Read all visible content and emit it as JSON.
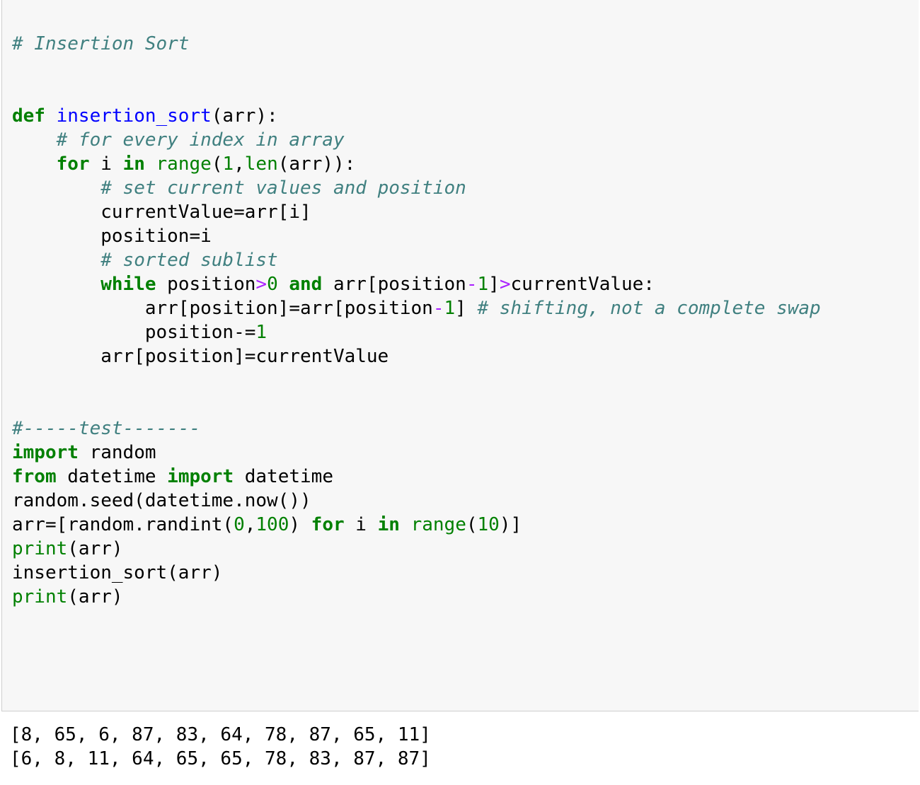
{
  "code_lines": [
    [
      [
        "cm",
        "# Insertion Sort"
      ]
    ],
    [],
    [],
    [
      [
        "kw",
        "def"
      ],
      [
        "tx",
        " "
      ],
      [
        "fn",
        "insertion_sort"
      ],
      [
        "tx",
        "(arr):"
      ]
    ],
    [
      [
        "tx",
        "    "
      ],
      [
        "cm",
        "# for every index in array"
      ]
    ],
    [
      [
        "tx",
        "    "
      ],
      [
        "kw",
        "for"
      ],
      [
        "tx",
        " i "
      ],
      [
        "kw",
        "in"
      ],
      [
        "tx",
        " "
      ],
      [
        "bi",
        "range"
      ],
      [
        "tx",
        "("
      ],
      [
        "num",
        "1"
      ],
      [
        "tx",
        ","
      ],
      [
        "bi",
        "len"
      ],
      [
        "tx",
        "(arr)):"
      ]
    ],
    [
      [
        "tx",
        "        "
      ],
      [
        "cm",
        "# set current values and position"
      ]
    ],
    [
      [
        "tx",
        "        currentValue=arr[i]"
      ]
    ],
    [
      [
        "tx",
        "        position=i"
      ]
    ],
    [
      [
        "tx",
        "        "
      ],
      [
        "cm",
        "# sorted sublist"
      ]
    ],
    [
      [
        "tx",
        "        "
      ],
      [
        "kw",
        "while"
      ],
      [
        "tx",
        " position"
      ],
      [
        "op",
        ">"
      ],
      [
        "num",
        "0"
      ],
      [
        "tx",
        " "
      ],
      [
        "kw",
        "and"
      ],
      [
        "tx",
        " arr[position"
      ],
      [
        "op",
        "-"
      ],
      [
        "num",
        "1"
      ],
      [
        "tx",
        "]"
      ],
      [
        "op",
        ">"
      ],
      [
        "tx",
        "currentValue:"
      ]
    ],
    [
      [
        "tx",
        "            arr[position]=arr[position"
      ],
      [
        "op",
        "-"
      ],
      [
        "num",
        "1"
      ],
      [
        "tx",
        "] "
      ],
      [
        "cm",
        "# shifting, not a complete swap"
      ]
    ],
    [
      [
        "tx",
        "            position-="
      ],
      [
        "num",
        "1"
      ]
    ],
    [
      [
        "tx",
        "        arr[position]=currentValue"
      ]
    ],
    [],
    [],
    [
      [
        "cm",
        "#-----test-------"
      ]
    ],
    [
      [
        "kw",
        "import"
      ],
      [
        "tx",
        " random"
      ]
    ],
    [
      [
        "kw",
        "from"
      ],
      [
        "tx",
        " datetime "
      ],
      [
        "kw",
        "import"
      ],
      [
        "tx",
        " datetime"
      ]
    ],
    [
      [
        "tx",
        "random.seed(datetime.now())"
      ]
    ],
    [
      [
        "tx",
        "arr=[random.randint("
      ],
      [
        "num",
        "0"
      ],
      [
        "tx",
        ","
      ],
      [
        "num",
        "100"
      ],
      [
        "tx",
        ") "
      ],
      [
        "kw",
        "for"
      ],
      [
        "tx",
        " i "
      ],
      [
        "kw",
        "in"
      ],
      [
        "tx",
        " "
      ],
      [
        "bi",
        "range"
      ],
      [
        "tx",
        "("
      ],
      [
        "num",
        "10"
      ],
      [
        "tx",
        ")]"
      ]
    ],
    [
      [
        "bi",
        "print"
      ],
      [
        "tx",
        "(arr)"
      ]
    ],
    [
      [
        "tx",
        "insertion_sort(arr)"
      ]
    ],
    [
      [
        "bi",
        "print"
      ],
      [
        "tx",
        "(arr)"
      ]
    ]
  ],
  "output": {
    "line1": "[8, 65, 6, 87, 83, 64, 78, 87, 65, 11]",
    "line2": "[6, 8, 11, 64, 65, 65, 78, 83, 87, 87]"
  }
}
